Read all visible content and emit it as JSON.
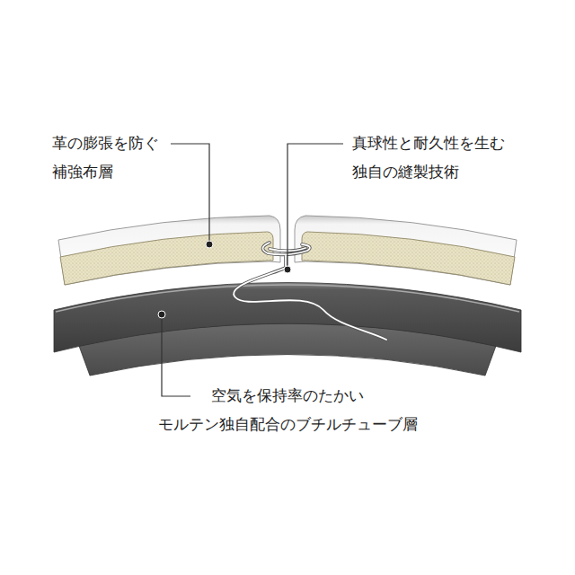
{
  "diagram": {
    "labels": [
      "革の膨張を防ぐ 補強布層",
      "真球性と耐久性を生む 独自の縫製技術",
      "空気を保持率のたかい モルテン独自配合のブチルチューブ層"
    ]
  }
}
